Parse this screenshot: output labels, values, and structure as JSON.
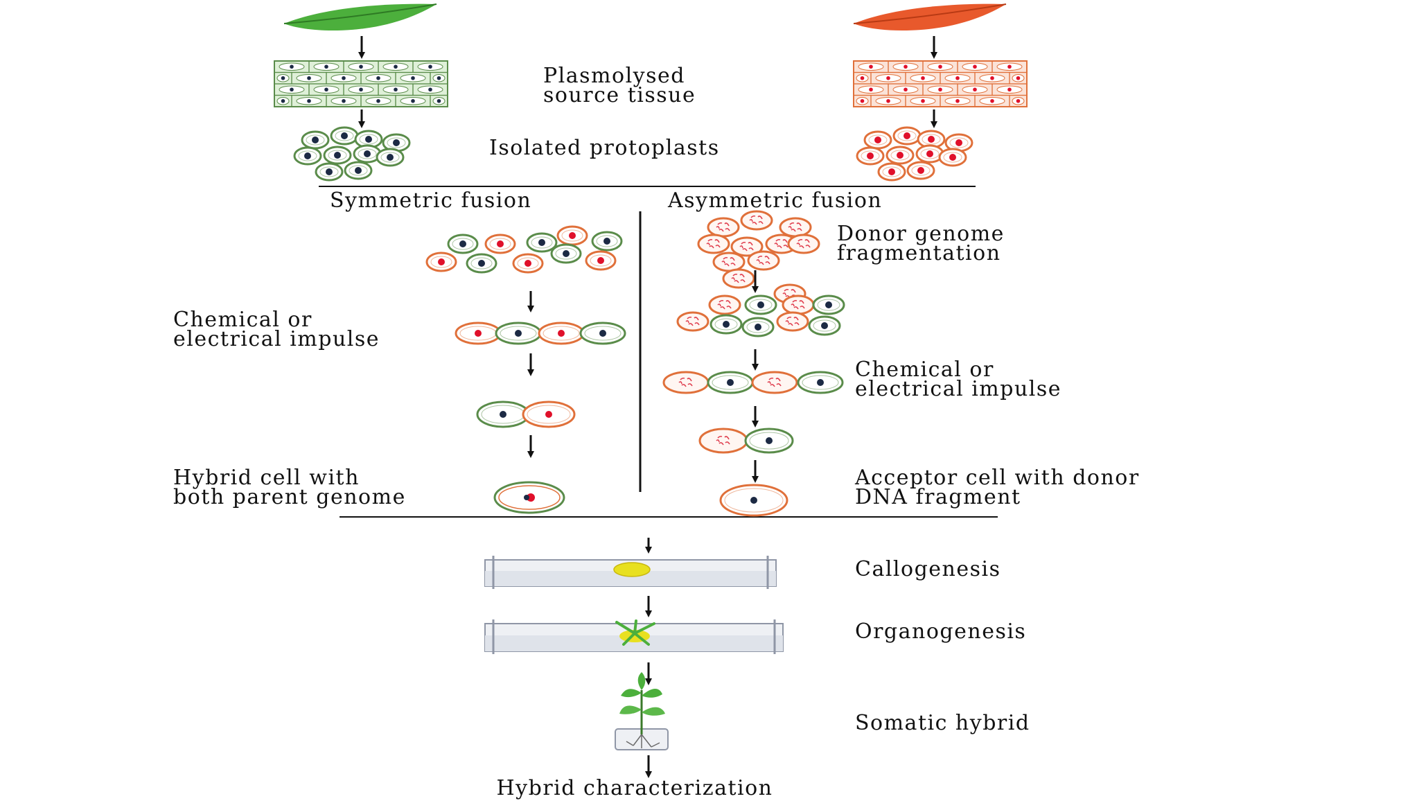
{
  "labels": {
    "plasmolysed_line1": "Plasmolysed",
    "plasmolysed_line2": "source tissue",
    "isolated": "Isolated protoplasts",
    "symmetric": "Symmetric fusion",
    "asymmetric": "Asymmetric fusion",
    "donor_line1": "Donor genome",
    "donor_line2": "fragmentation",
    "chem_left_line1": "Chemical or",
    "chem_left_line2": "electrical impulse",
    "chem_right_line1": "Chemical or",
    "chem_right_line2": "electrical impulse",
    "hybrid_line1": "Hybrid cell with",
    "hybrid_line2": "both parent genome",
    "acceptor_line1": "Acceptor cell with donor",
    "acceptor_line2": "DNA fragment",
    "callogenesis": "Callogenesis",
    "organogenesis": "Organogenesis",
    "somatic": "Somatic hybrid",
    "characterization": "Hybrid characterization"
  },
  "colors": {
    "green_parent": "#4caf3c",
    "red_parent": "#e8592c",
    "green_cell_outline": "#5a8c4a",
    "red_cell_outline": "#e0703a",
    "nucleus_dark": "#1c2a44",
    "nucleus_red": "#e0102a",
    "callus": "#e8e020",
    "line": "#111111"
  }
}
